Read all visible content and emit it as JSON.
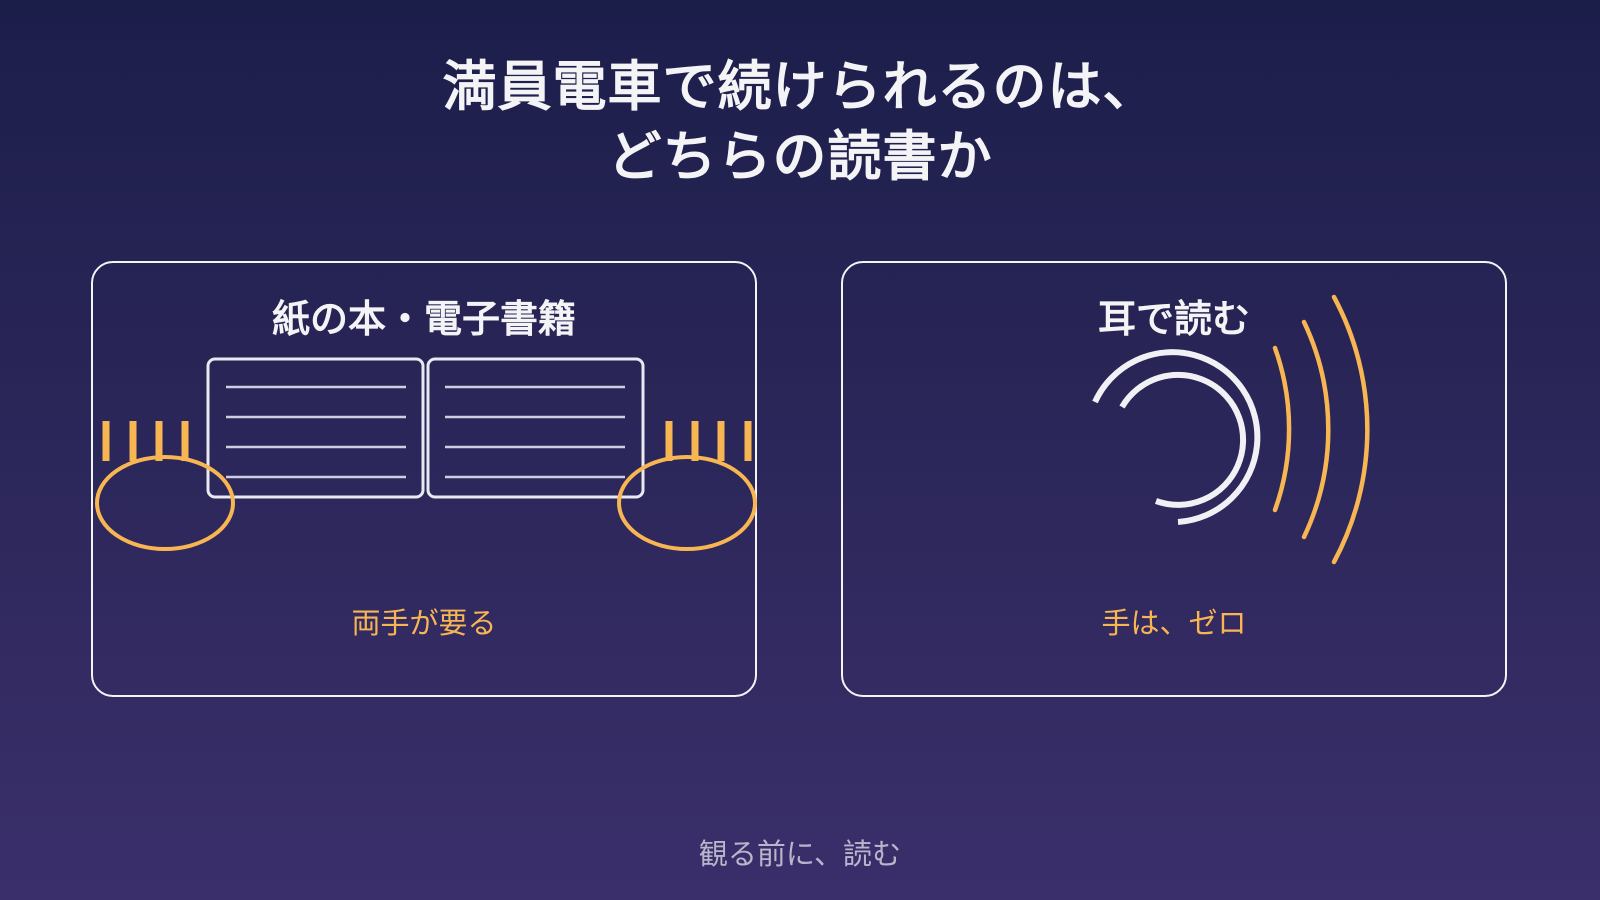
{
  "title": {
    "line1": "満員電車で続けられるのは、",
    "line2": "どちらの読書か"
  },
  "panels": [
    {
      "heading": "紙の本・電子書籍",
      "caption": "両手が要る",
      "illustration": "open-book-held-by-two-hands"
    },
    {
      "heading": "耳で読む",
      "caption": "手は、ゼロ",
      "illustration": "ear-with-sound-waves"
    }
  ],
  "footer": "観る前に、読む",
  "colors": {
    "background_top": "#1c1e4a",
    "background_bottom": "#3b2f6b",
    "text": "#f4f4f7",
    "accent": "#f8b653",
    "muted": "#b9b6cc"
  }
}
